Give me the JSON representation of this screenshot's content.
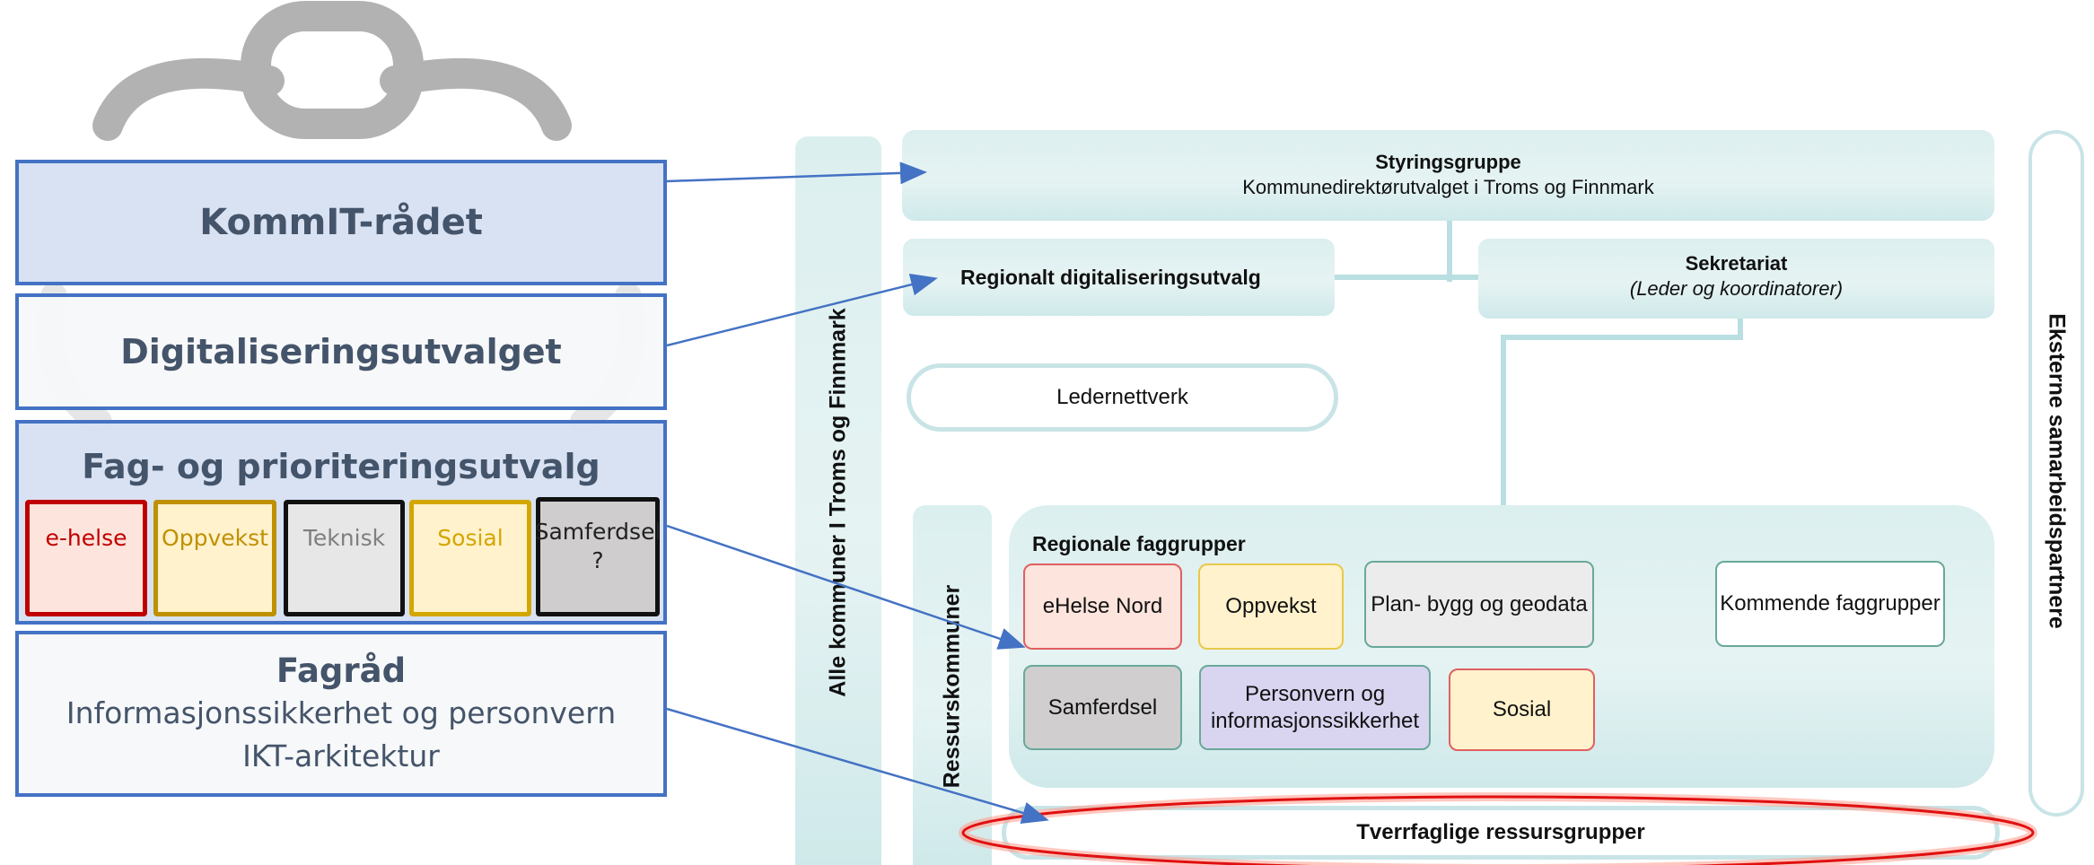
{
  "left": {
    "kommit": {
      "title": "KommIT-rådet"
    },
    "digital": {
      "title": "Digitaliseringsutvalget"
    },
    "fag": {
      "title": "Fag- og prioriteringsutvalg",
      "boxes": [
        {
          "label": "e-helse",
          "color": "#c00000",
          "fill": "#fde4dd",
          "text": "#c00000"
        },
        {
          "label": "Oppvekst",
          "color": "#bf9000",
          "fill": "#fff2cc",
          "text": "#bf9000"
        },
        {
          "label": "Teknisk",
          "color": "#111111",
          "fill": "#e7e7e7",
          "text": "#7f7f7f"
        },
        {
          "label": "Sosial",
          "color": "#d4a600",
          "fill": "#fff2cc",
          "text": "#d4a600"
        },
        {
          "label": "Samferdsel\n?",
          "color": "#111111",
          "fill": "#cfcdcd",
          "text": "#222222"
        }
      ]
    },
    "fagrad": {
      "title": "Fagråd",
      "line1": "Informasjonssikkerhet og personvern",
      "line2": "IKT-arkitektur"
    }
  },
  "right": {
    "styringsgruppe": {
      "title": "Styringsgruppe",
      "subtitle": "Kommunedirektørutvalget i Troms og Finnmark"
    },
    "regionalt": "Regionalt digitaliseringsutvalg",
    "sekretariat": {
      "title": "Sekretariat",
      "subtitle": "(Leder og koordinatorer)"
    },
    "ledernettverk": "Ledernettverk",
    "alle_kommuner": "Alle kommuner I Troms og Finnmark",
    "ressurskommuner": "Ressurskommuner",
    "eksterne": "Eksterne samarbeidspartnere",
    "regionale_title": "Regionale faggrupper",
    "faggrupper": [
      {
        "label": "eHelse Nord",
        "border": "#e06060",
        "fill": "#fde4dd"
      },
      {
        "label": "Oppvekst",
        "border": "#e8c84a",
        "fill": "#fff2cc"
      },
      {
        "label": "Plan- bygg og geodata",
        "border": "#6aa89a",
        "fill": "#ececec"
      },
      {
        "label": "Kommende faggrupper",
        "border": "#6aa89a",
        "fill": "#ffffff"
      },
      {
        "label": "Samferdsel",
        "border": "#6aa89a",
        "fill": "#d0cece"
      },
      {
        "label": "Personvern og informasjonssikkerhet",
        "border": "#6aa89a",
        "fill": "#d9d4f0"
      },
      {
        "label": "Sosial",
        "border": "#e06060",
        "fill": "#fff2cc"
      }
    ],
    "tverrfaglige": "Tverrfaglige ressursgrupper"
  },
  "colors": {
    "accent_blue": "#4472c4",
    "teal_light": "#dcefef",
    "highlight_red": "#e01010",
    "chain_gray": "#b2b2b2"
  }
}
